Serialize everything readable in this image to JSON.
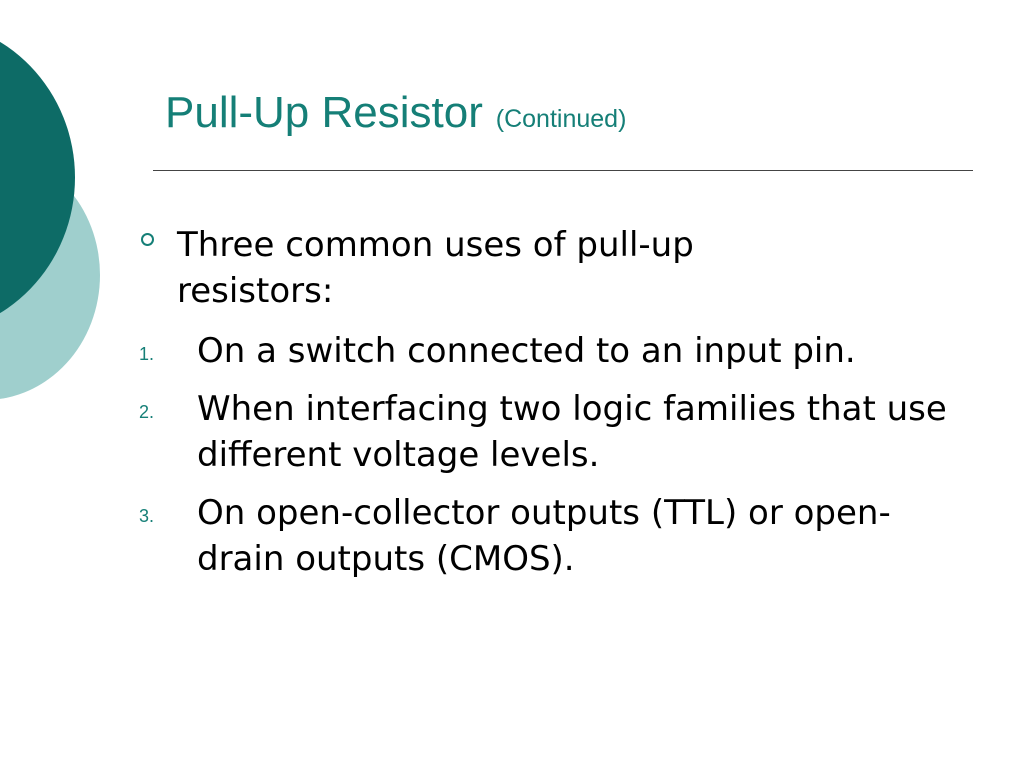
{
  "slide": {
    "title": "Pull-Up Resistor",
    "subtitle": "(Continued)",
    "bullet": "Three common uses of pull-up resistors:",
    "numbered_items": [
      {
        "marker": "1.",
        "text": "On a switch connected to an input pin."
      },
      {
        "marker": "2.",
        "text": "When interfacing two logic families that use different voltage levels."
      },
      {
        "marker": "3.",
        "text": "On open-collector outputs (TTL) or open-drain outputs (CMOS)."
      }
    ]
  },
  "colors": {
    "accent": "#157f77",
    "circle_dark": "#0d6b66",
    "circle_light": "#9fcfcd"
  }
}
